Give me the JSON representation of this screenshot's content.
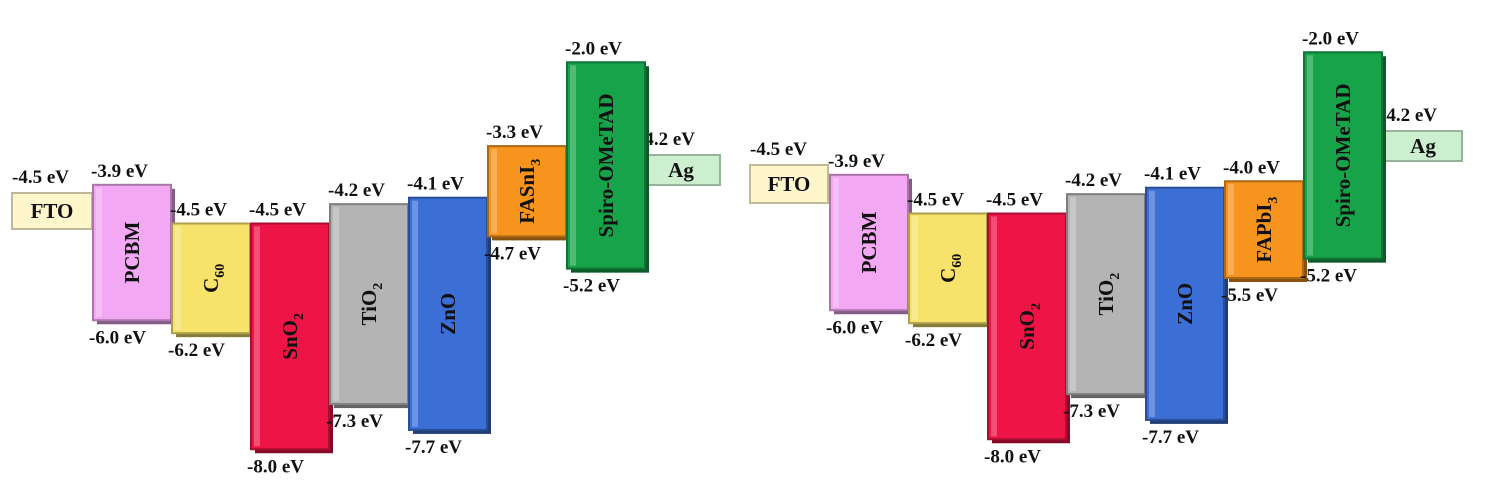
{
  "diagrams": [
    {
      "electrodes": [
        {
          "name": "FTO",
          "level": "-4.5 eV",
          "color": "#fff6cc"
        },
        {
          "name": "Ag",
          "level": "-4.2 eV",
          "color": "#ccefcf"
        }
      ],
      "layers": [
        {
          "name": "PCBM",
          "base": "PCBM",
          "sub": "",
          "after": "",
          "top": "-3.9 eV",
          "bottom": "-6.0 eV",
          "cb": -3.9,
          "vb": -6.0,
          "color": "#f2a8f2"
        },
        {
          "name": "C60",
          "base": "C",
          "sub": "60",
          "after": "",
          "top": "-4.5 eV",
          "bottom": "-6.2 eV",
          "cb": -4.5,
          "vb": -6.2,
          "color": "#f7e26b"
        },
        {
          "name": "SnO2",
          "base": "SnO",
          "sub": "2",
          "after": "",
          "top": "-4.5 eV",
          "bottom": "-8.0 eV",
          "cb": -4.5,
          "vb": -8.0,
          "color": "#ef1446"
        },
        {
          "name": "TiO2",
          "base": "TiO",
          "sub": "2",
          "after": "",
          "top": "-4.2 eV",
          "bottom": "-7.3 eV",
          "cb": -4.2,
          "vb": -7.3,
          "color": "#b4b4b4"
        },
        {
          "name": "ZnO",
          "base": "ZnO",
          "sub": "",
          "after": "",
          "top": "-4.1 eV",
          "bottom": "-7.7 eV",
          "cb": -4.1,
          "vb": -7.7,
          "color": "#3c6fd6"
        },
        {
          "name": "FASnI3",
          "base": "FASnI",
          "sub": "3",
          "after": "",
          "top": "-3.3 eV",
          "bottom": "-4.7 eV",
          "cb": -3.3,
          "vb": -4.7,
          "color": "#f7941d"
        },
        {
          "name": "Spiro-OMeTAD",
          "base": "Spiro-OMeTAD",
          "sub": "",
          "after": "",
          "top": "-2.0 eV",
          "bottom": "-5.2 eV",
          "cb": -2.0,
          "vb": -5.2,
          "color": "#17a34a"
        }
      ]
    },
    {
      "electrodes": [
        {
          "name": "FTO",
          "level": "-4.5 eV",
          "color": "#fff6cc"
        },
        {
          "name": "Ag",
          "level": "-4.2 eV",
          "color": "#ccefcf"
        }
      ],
      "layers": [
        {
          "name": "PCBM",
          "base": "PCBM",
          "sub": "",
          "after": "",
          "top": "-3.9 eV",
          "bottom": "-6.0 eV",
          "cb": -3.9,
          "vb": -6.0,
          "color": "#f2a8f2"
        },
        {
          "name": "C60",
          "base": "C",
          "sub": "60",
          "after": "",
          "top": "-4.5 eV",
          "bottom": "-6.2 eV",
          "cb": -4.5,
          "vb": -6.2,
          "color": "#f7e26b"
        },
        {
          "name": "SnO2",
          "base": "SnO",
          "sub": "2",
          "after": "",
          "top": "-4.5 eV",
          "bottom": "-8.0 eV",
          "cb": -4.5,
          "vb": -8.0,
          "color": "#ef1446"
        },
        {
          "name": "TiO2",
          "base": "TiO",
          "sub": "2",
          "after": "",
          "top": "-4.2 eV",
          "bottom": "-7.3 eV",
          "cb": -4.2,
          "vb": -7.3,
          "color": "#b4b4b4"
        },
        {
          "name": "ZnO",
          "base": "ZnO",
          "sub": "",
          "after": "",
          "top": "-4.1 eV",
          "bottom": "-7.7 eV",
          "cb": -4.1,
          "vb": -7.7,
          "color": "#3c6fd6"
        },
        {
          "name": "FAPbI3",
          "base": "FAPbI",
          "sub": "3",
          "after": "",
          "top": "-4.0 eV",
          "bottom": "-5.5 eV",
          "cb": -4.0,
          "vb": -5.5,
          "color": "#f7941d"
        },
        {
          "name": "Spiro-OMeTAD",
          "base": "Spiro-OMeTAD",
          "sub": "",
          "after": "",
          "top": "-2.0 eV",
          "bottom": "-5.2 eV",
          "cb": -2.0,
          "vb": -5.2,
          "color": "#17a34a"
        }
      ]
    }
  ]
}
